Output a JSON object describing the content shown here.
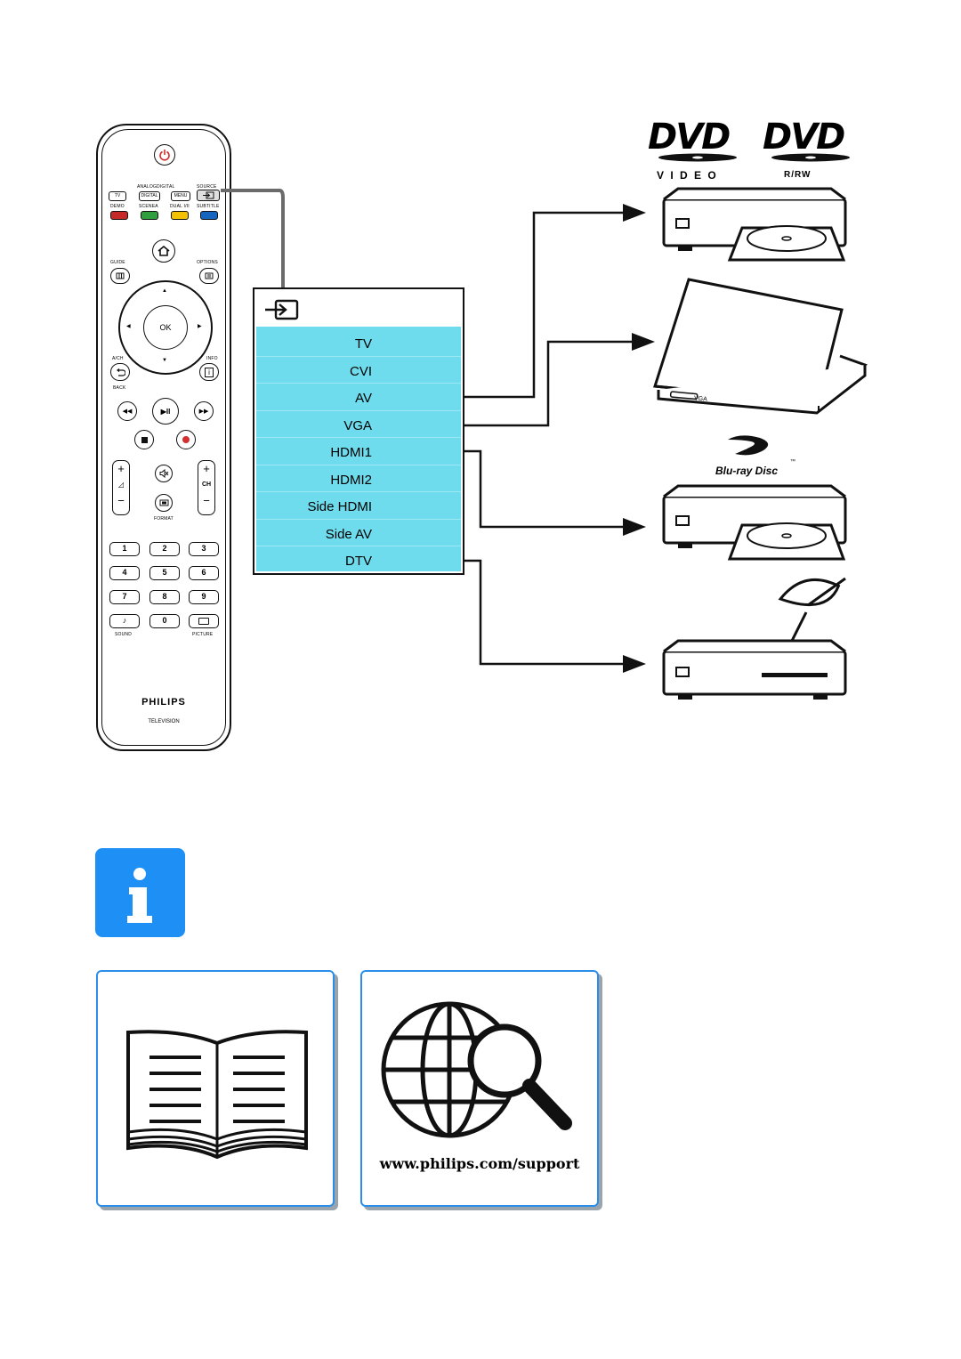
{
  "remote": {
    "row1_labels": [
      "ANALOG",
      "DIGITAL",
      "SOURCE"
    ],
    "row2_buttons": [
      "TV",
      "DIGITAL",
      "MENU"
    ],
    "row3_labels": [
      "DEMO",
      "SCENEA",
      "DUAL I/II",
      "SUBTITLE"
    ],
    "color_keys": [
      "#c62828",
      "#2e9e3e",
      "#f2c200",
      "#1565c0"
    ],
    "guide_label": "GUIDE",
    "options_label": "OPTIONS",
    "ok_label": "OK",
    "ach_label": "A/CH",
    "info_label": "INFO",
    "back_label": "BACK",
    "ch_label": "CH",
    "format_label": "FORMAT",
    "numbers": [
      "1",
      "2",
      "3",
      "4",
      "5",
      "6",
      "7",
      "8",
      "9",
      "0"
    ],
    "sound_label": "SOUND",
    "picture_label": "PICTURE",
    "brand": "PHILIPS",
    "brand_sub": "TELEVISION"
  },
  "source_menu": {
    "items": [
      "TV",
      "CVI",
      "AV",
      "VGA",
      "HDMI1",
      "HDMI2",
      "Side HDMI",
      "Side AV",
      "DTV"
    ],
    "list_color": "#6fdcee"
  },
  "devices": {
    "dvd_logo_text": "DVD",
    "dvd_video_label": "V I D E O",
    "dvd_rw_label": "R/RW",
    "laptop_port_label": "VGA",
    "bluray_label": "Blu-ray Disc",
    "bluray_tm": "™"
  },
  "info_icon": {
    "glyph": "i",
    "color": "#1e90f5"
  },
  "support_url": "www.philips.com/support"
}
